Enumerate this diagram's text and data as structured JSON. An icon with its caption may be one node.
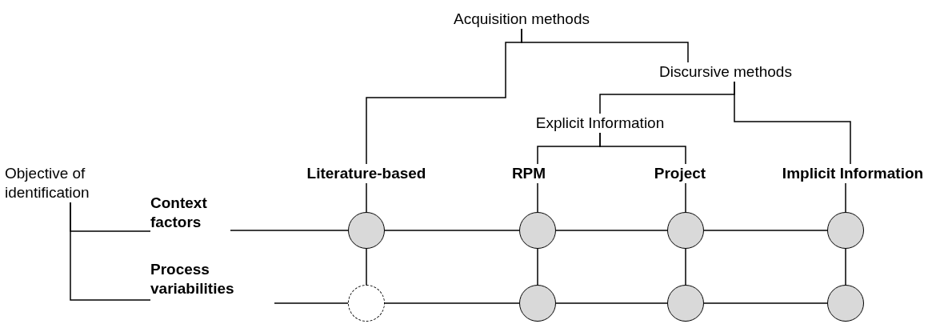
{
  "diagram": {
    "nodes": [
      {
        "text": [
          "Acquisition methods"
        ]
      },
      {
        "text": [
          "Discursive methods"
        ]
      },
      {
        "text": [
          "Explicit Information"
        ]
      },
      {
        "text": [
          "Literature-based"
        ]
      },
      {
        "text": [
          "RPM"
        ]
      },
      {
        "text": [
          "Project"
        ]
      },
      {
        "text": [
          "Implicit Information"
        ]
      },
      {
        "text": [
          "Objective of identification"
        ]
      },
      {
        "text": [
          "Context factors"
        ]
      },
      {
        "text": [
          "Process variabilities"
        ]
      },
      {
        "text": [],
        "shape": "circle"
      },
      {
        "text": [],
        "shape": "circle"
      },
      {
        "text": [],
        "shape": "circle"
      },
      {
        "text": [],
        "shape": "circle"
      },
      {
        "text": [],
        "shape": "circle"
      },
      {
        "text": [],
        "shape": "circle"
      },
      {
        "text": [],
        "shape": "circle"
      },
      {
        "text": [],
        "shape": "circle"
      }
    ],
    "edges": [
      {
        "from": 0,
        "to": 3,
        "arrow": "none"
      },
      {
        "from": 0,
        "to": 1,
        "arrow": "none"
      },
      {
        "from": 1,
        "to": 2,
        "arrow": "none"
      },
      {
        "from": 1,
        "to": 6,
        "arrow": "none"
      },
      {
        "from": 2,
        "to": 4,
        "arrow": "none"
      },
      {
        "from": 2,
        "to": 5,
        "arrow": "none"
      },
      {
        "from": 7,
        "to": 8,
        "arrow": "none"
      },
      {
        "from": 7,
        "to": 9,
        "arrow": "none"
      },
      {
        "from": 3,
        "to": 10,
        "arrow": "none"
      },
      {
        "from": 4,
        "to": 11,
        "arrow": "none"
      },
      {
        "from": 5,
        "to": 12,
        "arrow": "none"
      },
      {
        "from": 6,
        "to": 13,
        "arrow": "none"
      },
      {
        "from": 8,
        "to": 10,
        "arrow": "none"
      },
      {
        "from": 10,
        "to": 11,
        "arrow": "none"
      },
      {
        "from": 11,
        "to": 12,
        "arrow": "none"
      },
      {
        "from": 12,
        "to": 13,
        "arrow": "none"
      },
      {
        "from": 9,
        "to": 14,
        "arrow": "none"
      },
      {
        "from": 14,
        "to": 15,
        "arrow": "none"
      },
      {
        "from": 15,
        "to": 16,
        "arrow": "none"
      },
      {
        "from": 16,
        "to": 17,
        "arrow": "none"
      },
      {
        "from": 10,
        "to": 14,
        "arrow": "none"
      },
      {
        "from": 11,
        "to": 15,
        "arrow": "none"
      },
      {
        "from": 12,
        "to": 16,
        "arrow": "none"
      },
      {
        "from": 13,
        "to": 17,
        "arrow": "none"
      }
    ]
  }
}
